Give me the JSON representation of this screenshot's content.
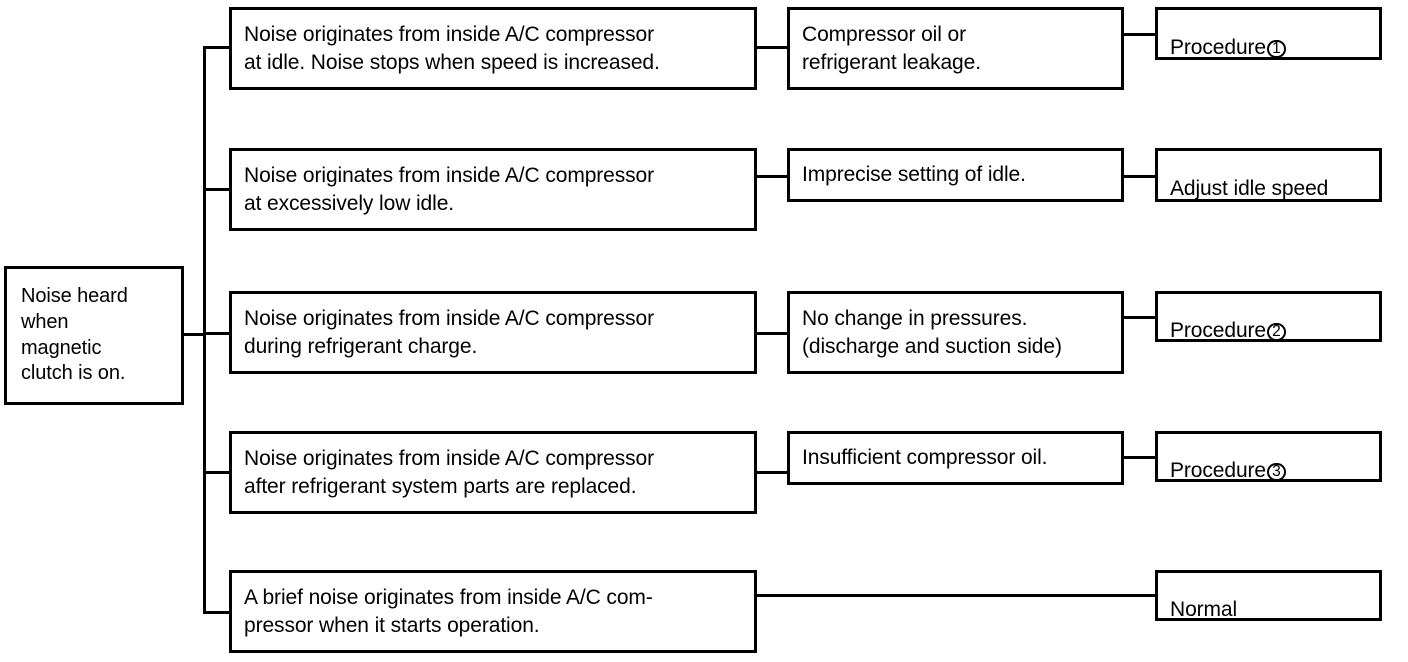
{
  "diagram": {
    "type": "troubleshooting-flowchart",
    "title": "Noise heard when magnetic clutch is on.",
    "root": {
      "label": "Noise heard\nwhen\nmagnetic\nclutch is on."
    },
    "columns": [
      "symptom",
      "cause",
      "action"
    ],
    "rows": [
      {
        "symptom": "Noise originates from inside A/C compressor\nat idle. Noise stops when speed is increased.",
        "cause": "Compressor oil or\nrefrigerant leakage.",
        "action": "Procedure",
        "action_badge": "1",
        "has_cause_box": true
      },
      {
        "symptom": "Noise originates from inside A/C compressor\nat excessively low idle.",
        "cause": "Imprecise setting of idle.",
        "action": "Adjust idle speed",
        "action_badge": "",
        "has_cause_box": true
      },
      {
        "symptom": "Noise originates from inside A/C compressor\nduring refrigerant charge.",
        "cause": "No change in pressures.\n(discharge and suction side)",
        "action": "Procedure",
        "action_badge": "2",
        "has_cause_box": true
      },
      {
        "symptom": "Noise originates from inside A/C compressor\nafter refrigerant system parts are replaced.",
        "cause": "Insufficient compressor oil.",
        "action": "Procedure",
        "action_badge": "3",
        "has_cause_box": true
      },
      {
        "symptom": "A brief noise originates from inside A/C com-\npressor when it starts operation.",
        "cause": "",
        "action": "Normal",
        "action_badge": "",
        "has_cause_box": false
      }
    ]
  },
  "colors": {
    "line": "#000000",
    "box_fill": "#ffffff",
    "text": "#000000"
  }
}
